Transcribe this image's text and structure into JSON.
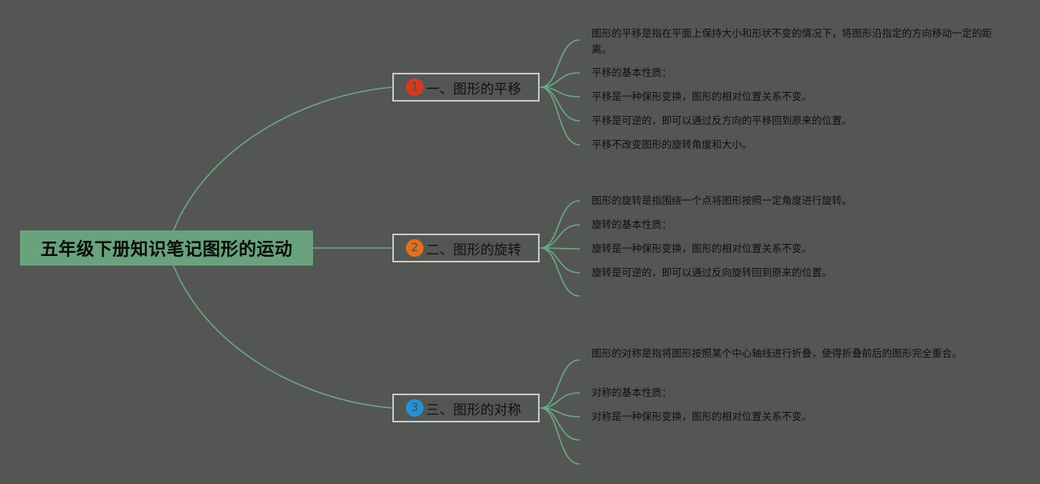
{
  "root": {
    "title": "五年级下册知识笔记图形的运动"
  },
  "topics": [
    {
      "index": "1",
      "badge_color": "#d63a1e",
      "label": "一、图形的平移",
      "items": [
        "图形的平移是指在平面上保持大小和形状不变的情况下，将图形沿指定的方向移动一定的距离。",
        "平移的基本性质：",
        "平移是一种保形变换，图形的相对位置关系不变。",
        "平移是可逆的，即可以通过反方向的平移回到原来的位置。",
        "平移不改变图形的旋转角度和大小。"
      ]
    },
    {
      "index": "2",
      "badge_color": "#e1711d",
      "label": "二、图形的旋转",
      "items": [
        "图形的旋转是指围绕一个点将图形按照一定角度进行旋转。",
        "旋转的基本性质：",
        "旋转是一种保形变换，图形的相对位置关系不变。",
        "旋转是可逆的，即可以通过反向旋转回到原来的位置。",
        ""
      ]
    },
    {
      "index": "3",
      "badge_color": "#2690d6",
      "label": "三、图形的对称",
      "items": [
        "图形的对称是指将图形按照某个中心轴线进行折叠，使得折叠前后的图形完全重合。",
        "对称的基本性质：",
        "对称是一种保形变换，图形的相对位置关系不变。",
        "",
        ""
      ]
    }
  ],
  "colors": {
    "background": "#545654",
    "connector": "#6aa98a",
    "root_fill": "#6aa27d",
    "topic_border": "#c9c9c9"
  }
}
